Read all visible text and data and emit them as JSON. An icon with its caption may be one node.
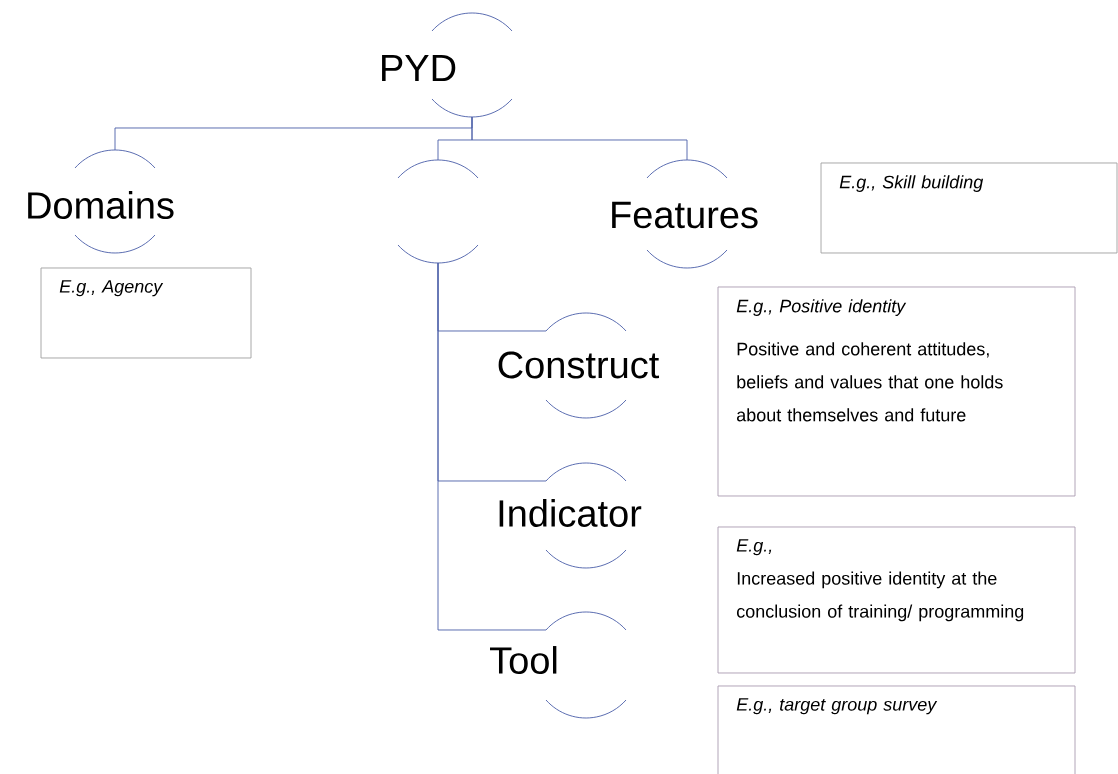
{
  "diagram": {
    "nodes": [
      {
        "text": [
          "PYD"
        ]
      },
      {
        "text": [
          "Domains"
        ]
      },
      {
        "text": [],
        "shape": "circle"
      },
      {
        "text": [
          "Features"
        ]
      },
      {
        "text": [
          "E.g., Skill building"
        ]
      },
      {
        "text": [
          "E.g., Agency"
        ]
      },
      {
        "text": [
          "Construct"
        ]
      },
      {
        "text": [
          "E.g., Positive identity",
          "Positive and coherent attitudes, beliefs and values that one holds about themselves and future"
        ]
      },
      {
        "text": [
          "Indicator"
        ]
      },
      {
        "text": [
          "E.g.,",
          "Increased positive identity at the conclusion of training/ programming"
        ]
      },
      {
        "text": [
          "Tool"
        ]
      },
      {
        "text": [
          "E.g., target group survey"
        ]
      }
    ],
    "edges": [
      {
        "from": 0,
        "to": 1,
        "arrow": "none"
      },
      {
        "from": 0,
        "to": 2,
        "arrow": "none"
      },
      {
        "from": 0,
        "to": 3,
        "arrow": "none"
      },
      {
        "from": 2,
        "to": 6,
        "arrow": "none"
      },
      {
        "from": 2,
        "to": 8,
        "arrow": "none"
      },
      {
        "from": 2,
        "to": 10,
        "arrow": "none"
      }
    ]
  }
}
